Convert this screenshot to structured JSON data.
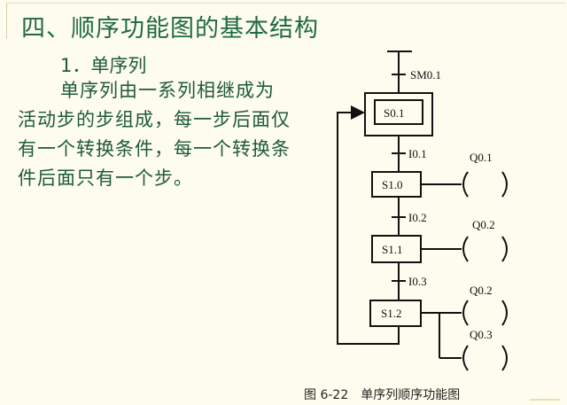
{
  "title": "四、顺序功能图的基本结构",
  "section": "1．单序列",
  "paragraph": "单序列由一系列相继成为活动步的步组成，每一步后面仅有一个转换条件，每一个转换条件后面只有一个步。",
  "diagram": {
    "init_condition": "SM0.1",
    "steps": [
      "S0.1",
      "S1.0",
      "S1.1",
      "S1.2"
    ],
    "transitions": [
      "I0.1",
      "I0.2",
      "I0.3"
    ],
    "outputs": [
      "Q0.1",
      "Q0.2",
      "Q0.2",
      "Q0.3"
    ],
    "caption": "图 6-22　单序列顺序功能图"
  }
}
